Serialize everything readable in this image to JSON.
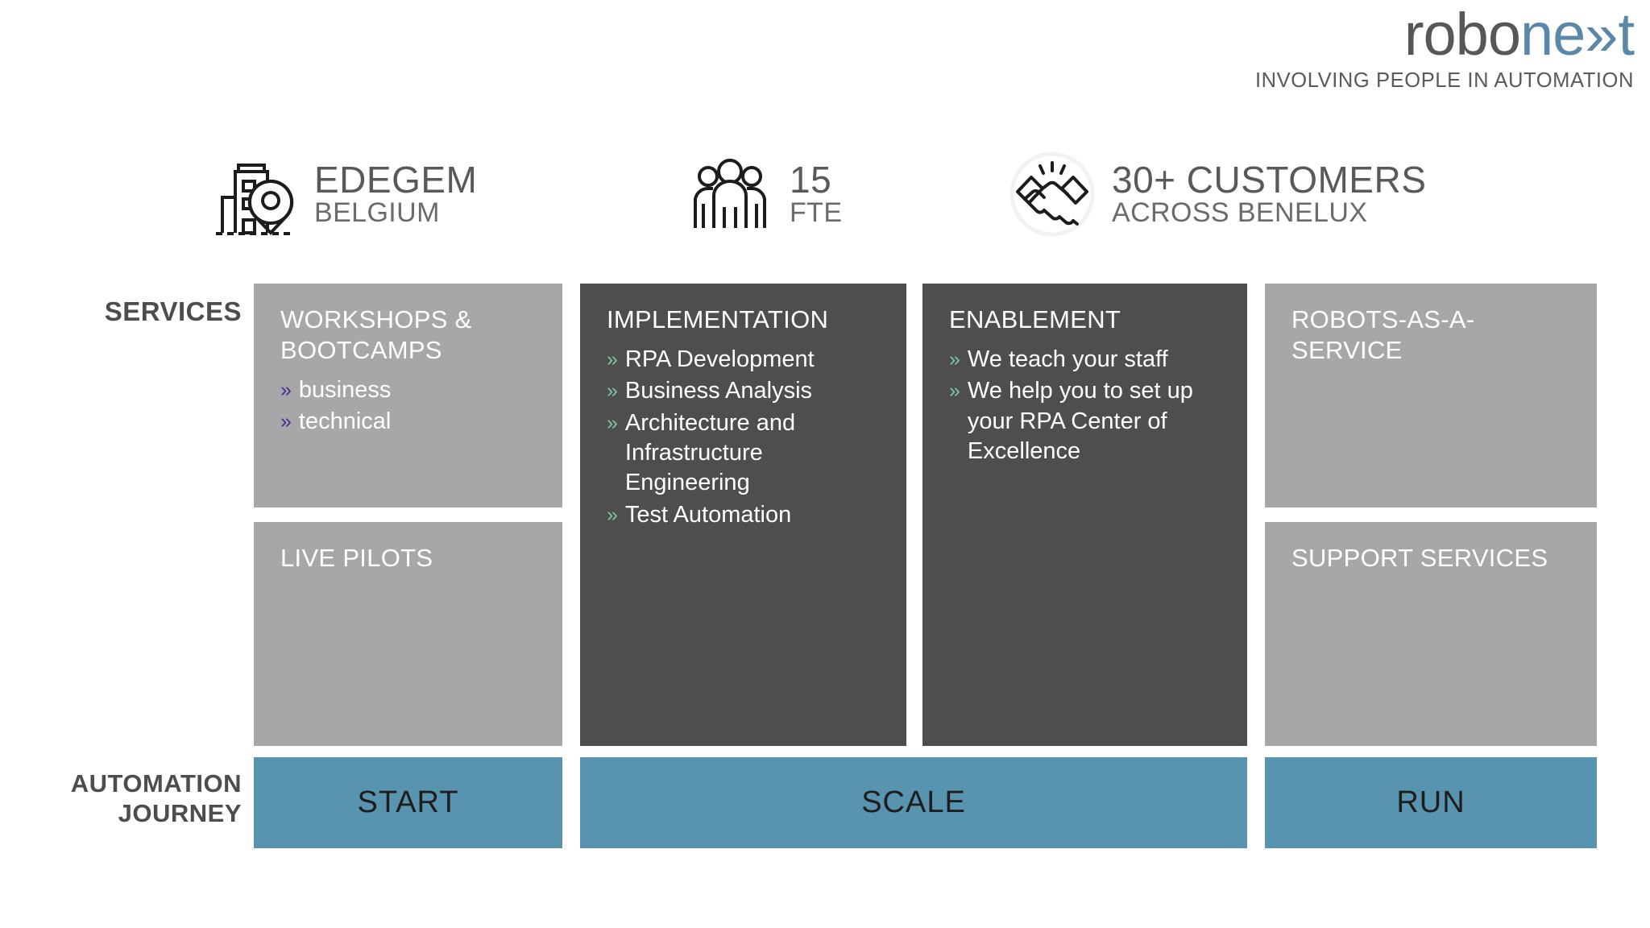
{
  "logo": {
    "part_dark": "robo",
    "part_blue": "ne",
    "part_chevron": "»",
    "part_tail": "t",
    "tagline": "INVOLVING PEOPLE IN AUTOMATION",
    "color_dark": "#575757",
    "color_blue": "#5b87a8"
  },
  "stats": [
    {
      "icon": "office-building-location-pin-icon",
      "primary": "EDEGEM",
      "secondary": "BELGIUM"
    },
    {
      "icon": "three-people-icon",
      "primary": "15",
      "secondary": "FTE"
    },
    {
      "icon": "handshake-icon",
      "primary": "30+ CUSTOMERS",
      "secondary": "ACROSS BENELUX"
    }
  ],
  "rail": {
    "services_label": "SERVICES",
    "journey_label_line1": "AUTOMATION",
    "journey_label_line2": "JOURNEY"
  },
  "cards": {
    "workshops": {
      "title": "WORKSHOPS &\nBOOTCAMPS",
      "tone": "light",
      "bullet_color": "#4b2d8f",
      "bullet_glyph": "»",
      "items": [
        "business",
        "technical"
      ]
    },
    "live_pilots": {
      "title": "LIVE PILOTS",
      "tone": "light",
      "items": []
    },
    "implementation": {
      "title": "IMPLEMENTATION",
      "tone": "dark",
      "bullet_color": "#7fc4a0",
      "bullet_glyph": "»",
      "items": [
        "RPA Development",
        "Business Analysis",
        "Architecture and Infrastructure Engineering",
        "Test Automation"
      ]
    },
    "enablement": {
      "title": "ENABLEMENT",
      "tone": "dark",
      "bullet_color": "#7fc4a0",
      "bullet_glyph": "»",
      "items": [
        "We teach your staff",
        "We help you to set up your RPA Center of Excellence"
      ]
    },
    "raas": {
      "title": "ROBOTS-AS-A-SERVICE",
      "tone": "light",
      "items": []
    },
    "support": {
      "title": "SUPPORT SERVICES",
      "tone": "light",
      "items": []
    }
  },
  "journey": {
    "bar_color": "#5894b0",
    "stages": [
      {
        "label": "START"
      },
      {
        "label": "SCALE"
      },
      {
        "label": "RUN"
      }
    ]
  },
  "palette": {
    "light_card": "#a7a7aa",
    "dark_card": "#4f4e4e",
    "journey_blue": "#5894b0",
    "text_gray": "#4d4d4d",
    "background": "#ffffff"
  }
}
